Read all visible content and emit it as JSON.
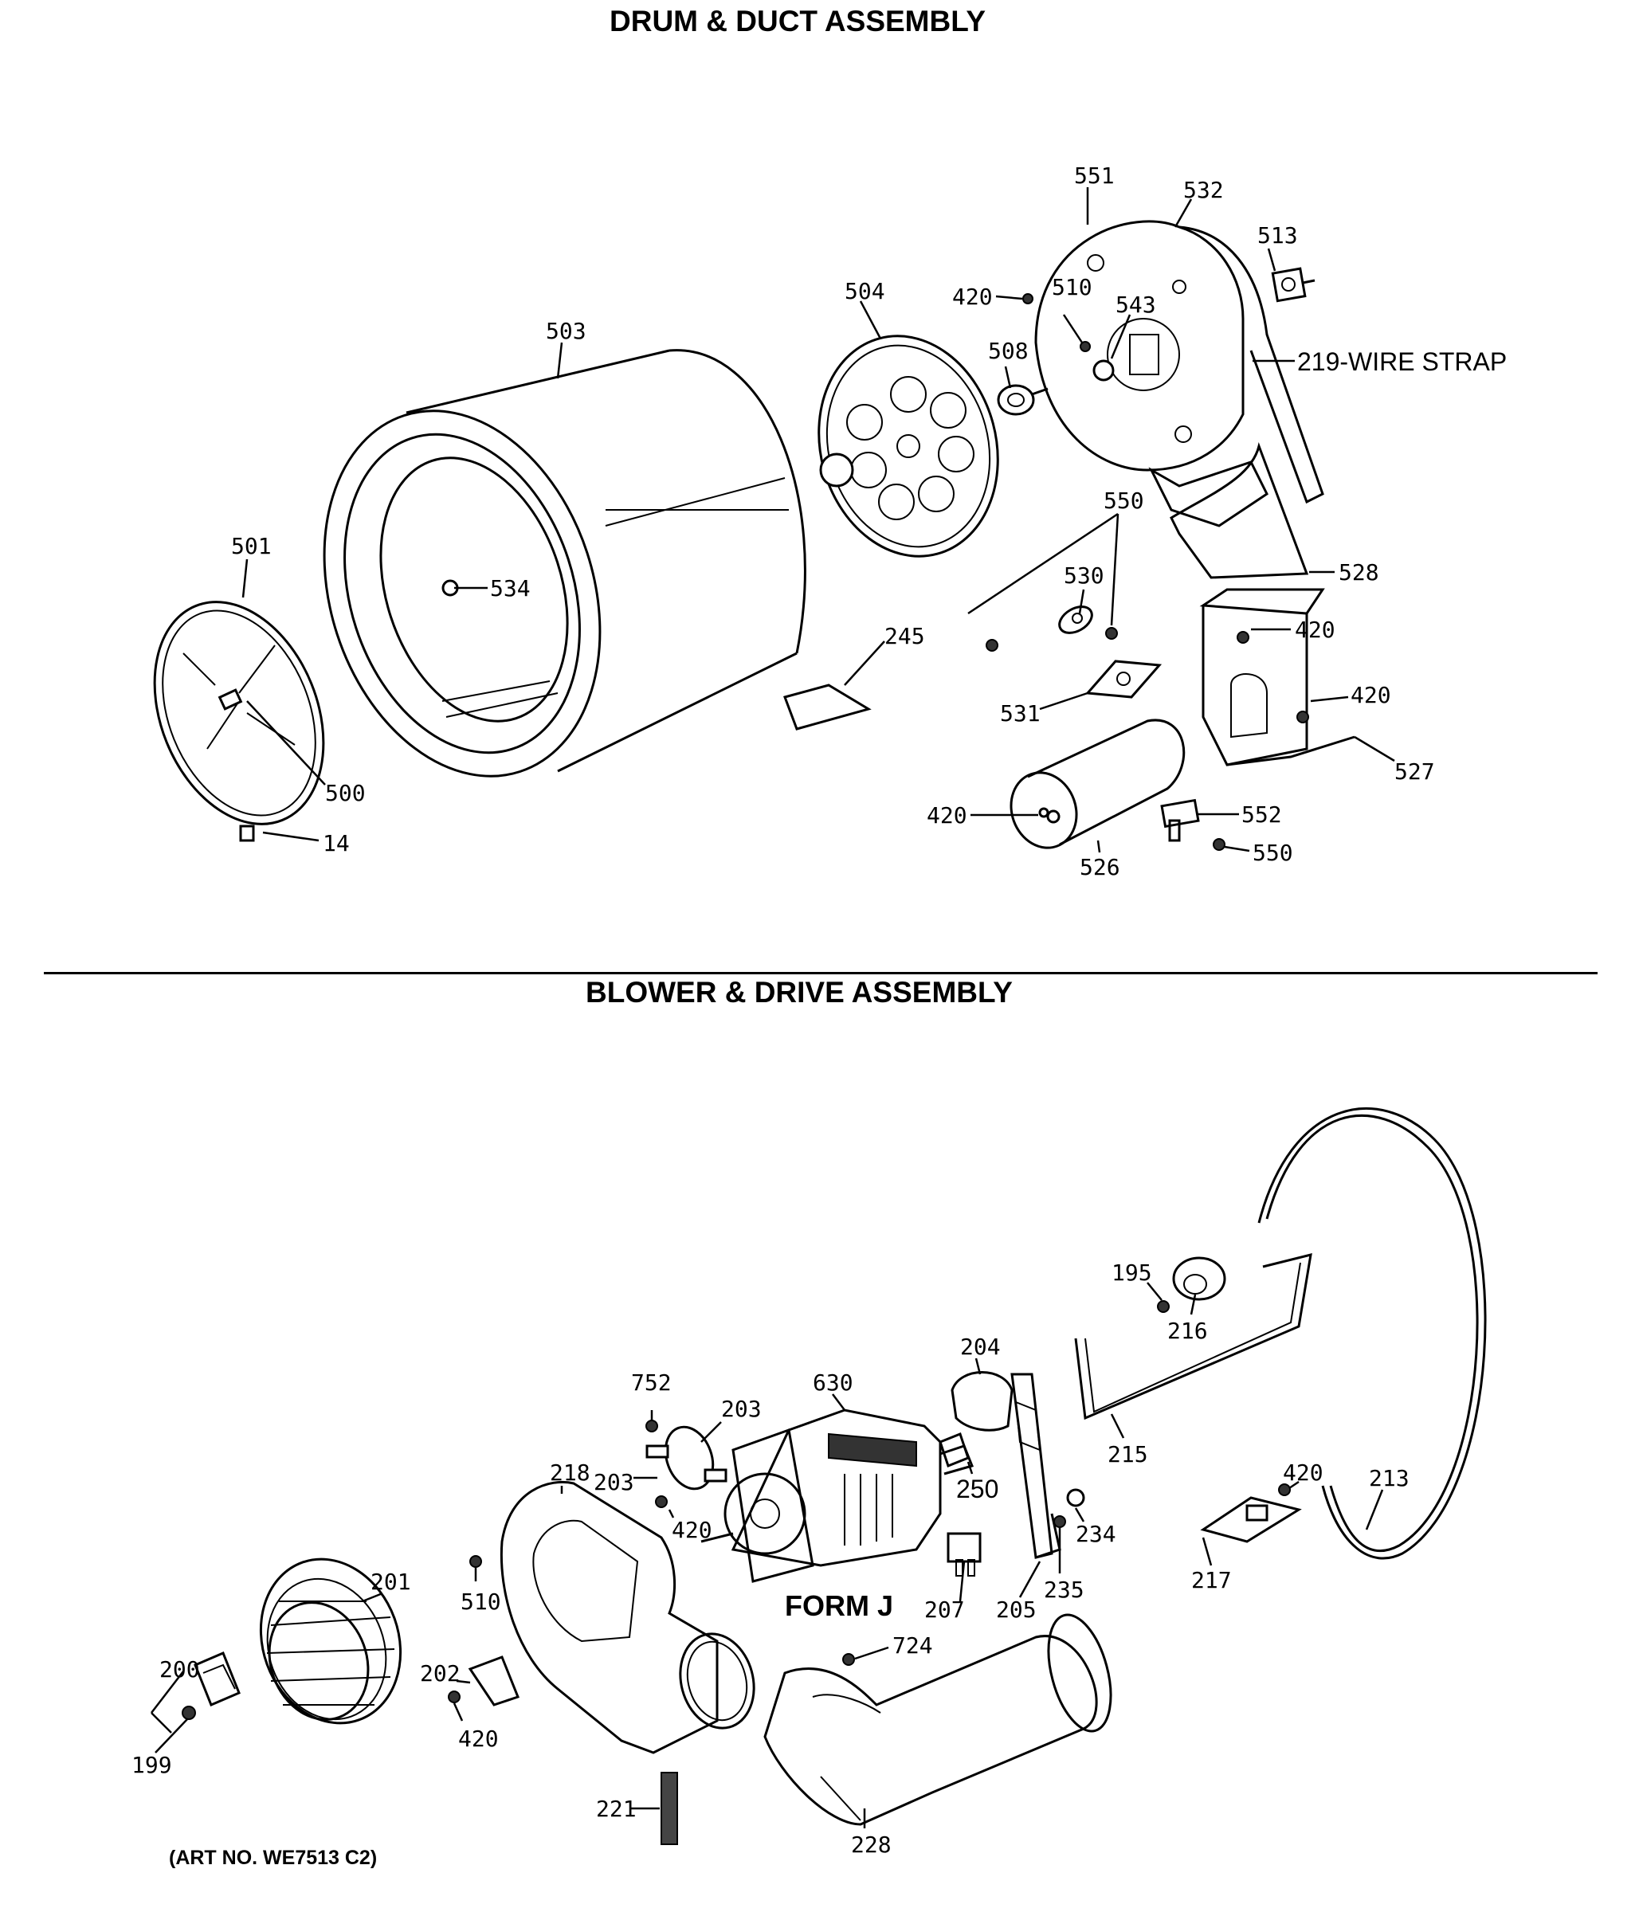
{
  "header": {
    "clipped_title": "",
    "drum_title": "DRUM & DUCT ASSEMBLY",
    "blower_title": "BLOWER & DRIVE ASSEMBLY",
    "art_no": "(ART NO. WE7513 C2)"
  },
  "labels": {
    "l551": "551",
    "l532": "532",
    "l513": "513",
    "l420a": "420",
    "l510a": "510",
    "l543": "543",
    "l504": "504",
    "l508": "508",
    "l219": "219-WIRE STRAP",
    "l503": "503",
    "l550a": "550",
    "l530": "530",
    "l528": "528",
    "l501": "501",
    "l534": "534",
    "l245": "245",
    "l420b": "420",
    "l420c": "420",
    "l531": "531",
    "l527": "527",
    "l500": "500",
    "l420d": "420",
    "l552": "552",
    "l550b": "550",
    "l14": "14",
    "l526": "526",
    "l195": "195",
    "l216": "216",
    "l204": "204",
    "l630": "630",
    "l752": "752",
    "l203a": "203",
    "l215": "215",
    "l420e": "420",
    "l213": "213",
    "l218": "218",
    "l203b": "203",
    "l250": "250",
    "l234": "234",
    "l420f": "420",
    "l510b": "510",
    "l201": "201",
    "l207": "207",
    "l205": "205",
    "l235": "235",
    "l217": "217",
    "l200": "200",
    "l202": "202",
    "l724": "724",
    "l420g": "420",
    "l199": "199",
    "l221": "221",
    "l228": "228",
    "form_j": "FORM J"
  }
}
